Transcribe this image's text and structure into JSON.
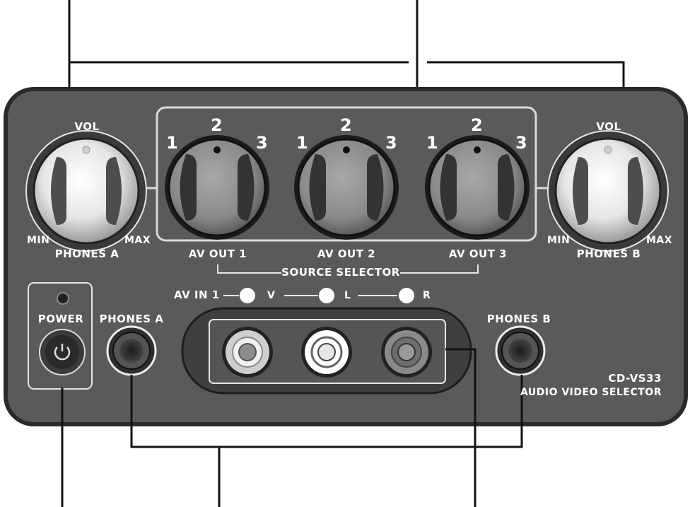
{
  "knobs": {
    "vol_label": "VOL",
    "min_label": "MIN",
    "max_label": "MAX",
    "phones_a_label": "PHONES A",
    "phones_b_label": "PHONES B"
  },
  "selector": {
    "pos1": "1",
    "pos2": "2",
    "pos3": "3",
    "out1_label": "AV  OUT 1",
    "out2_label": "AV  OUT 2",
    "out3_label": "AV  OUT 3",
    "group_label": "SOURCE SELECTOR"
  },
  "av_in": {
    "label": "AV IN 1",
    "v_label": "V",
    "l_label": "L",
    "r_label": "R"
  },
  "power": {
    "label": "POWER"
  },
  "jacks": {
    "phones_a_label": "PHONES A",
    "phones_b_label": "PHONES B"
  },
  "device": {
    "model": "CD-VS33",
    "description": "AUDIO VIDEO SELECTOR"
  },
  "colors": {
    "panel": "#5a5a5a",
    "panel_border": "#2a2a2a",
    "line": "#111111",
    "label": "#ffffff"
  }
}
